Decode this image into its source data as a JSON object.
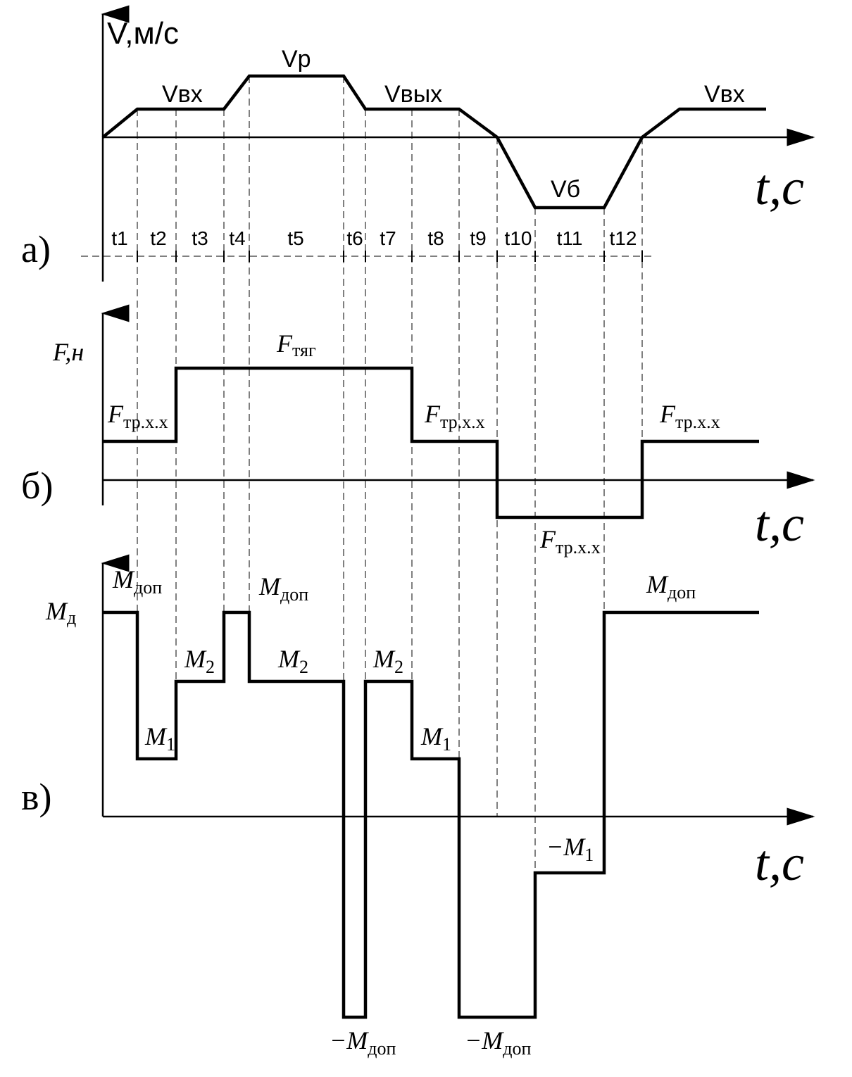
{
  "panel_a": {
    "panel_label": "а)",
    "y_axis_label": "V,м/с",
    "t_axis_label": "t,c",
    "labels": {
      "v_vx_left": "Vвх",
      "v_p": "Vр",
      "v_vyh": "Vвых",
      "v_b": "Vб",
      "v_vx_right": "Vвх"
    },
    "intervals": [
      "t1",
      "t2",
      "t3",
      "t4",
      "t5",
      "t6",
      "t7",
      "t8",
      "t9",
      "t10",
      "t11",
      "t12"
    ]
  },
  "panel_b": {
    "panel_label": "б)",
    "y_axis_label": "F,н",
    "t_axis_label": "t,c",
    "labels": {
      "f_tyag": {
        "main": "F",
        "sub": "тяг"
      },
      "f_tr_left": {
        "main": "F",
        "sub": "тр.х.х"
      },
      "f_tr_mid": {
        "main": "F",
        "sub": "тр.х.х"
      },
      "f_tr_right": {
        "main": "F",
        "sub": "тр.х.х"
      },
      "f_tr_neg": {
        "main": "F",
        "sub": "тр.х.х"
      }
    }
  },
  "panel_c": {
    "panel_label": "в)",
    "y_axis_label": {
      "main": "M",
      "sub": "д"
    },
    "t_axis_label": "t,c",
    "labels": {
      "m_dop_1": {
        "main": "M",
        "sub": "доп"
      },
      "m_dop_2": {
        "main": "M",
        "sub": "доп"
      },
      "m_dop_3": {
        "main": "M",
        "sub": "доп"
      },
      "m2_1": {
        "main": "M",
        "sub": "2"
      },
      "m2_2": {
        "main": "M",
        "sub": "2"
      },
      "m2_3": {
        "main": "M",
        "sub": "2"
      },
      "m1_1": {
        "main": "M",
        "sub": "1"
      },
      "m1_2": {
        "main": "M",
        "sub": "1"
      },
      "neg_m1": {
        "main": "−M",
        "sub": "1"
      },
      "neg_m_dop_1": {
        "main": "−M",
        "sub": "доп"
      },
      "neg_m_dop_2": {
        "main": "−M",
        "sub": "доп"
      }
    }
  }
}
